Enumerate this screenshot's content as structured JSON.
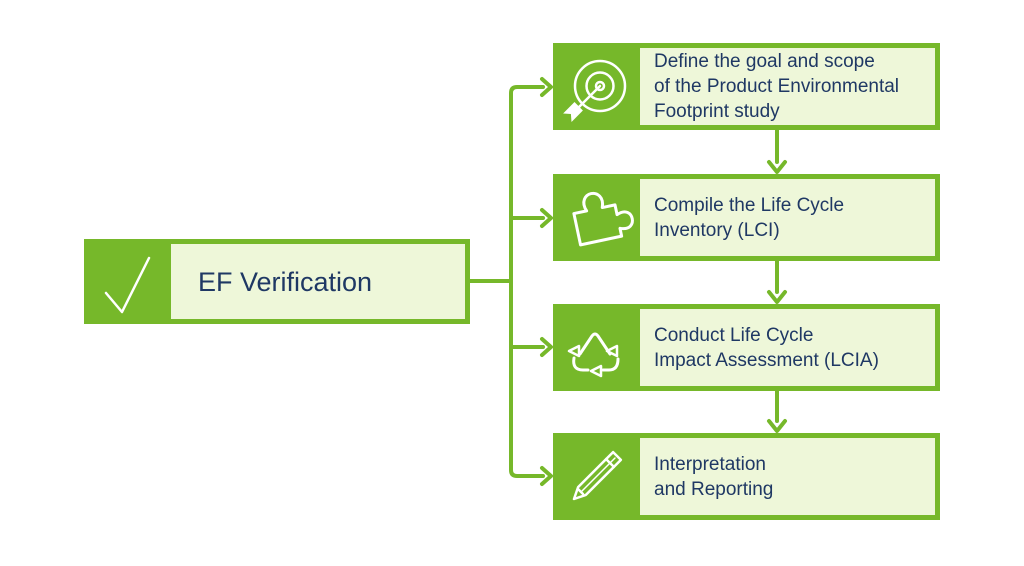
{
  "colors": {
    "green": "#76B82A",
    "panel": "#EEF7D9",
    "navy": "#1F3864",
    "background": "#FFFFFF"
  },
  "root_box": {
    "icon": "checkmark-icon",
    "label": "EF Verification"
  },
  "steps": [
    {
      "icon": "target-icon",
      "lines": [
        "Define the goal and scope",
        "of the Product Environmental",
        "Footprint study"
      ]
    },
    {
      "icon": "puzzle-piece-icon",
      "lines": [
        "Compile the Life Cycle",
        "Inventory (LCI)"
      ]
    },
    {
      "icon": "recycle-icon",
      "lines": [
        "Conduct Life Cycle",
        "Impact Assessment (LCIA)"
      ]
    },
    {
      "icon": "pencil-icon",
      "lines": [
        "Interpretation",
        "and Reporting"
      ]
    }
  ]
}
